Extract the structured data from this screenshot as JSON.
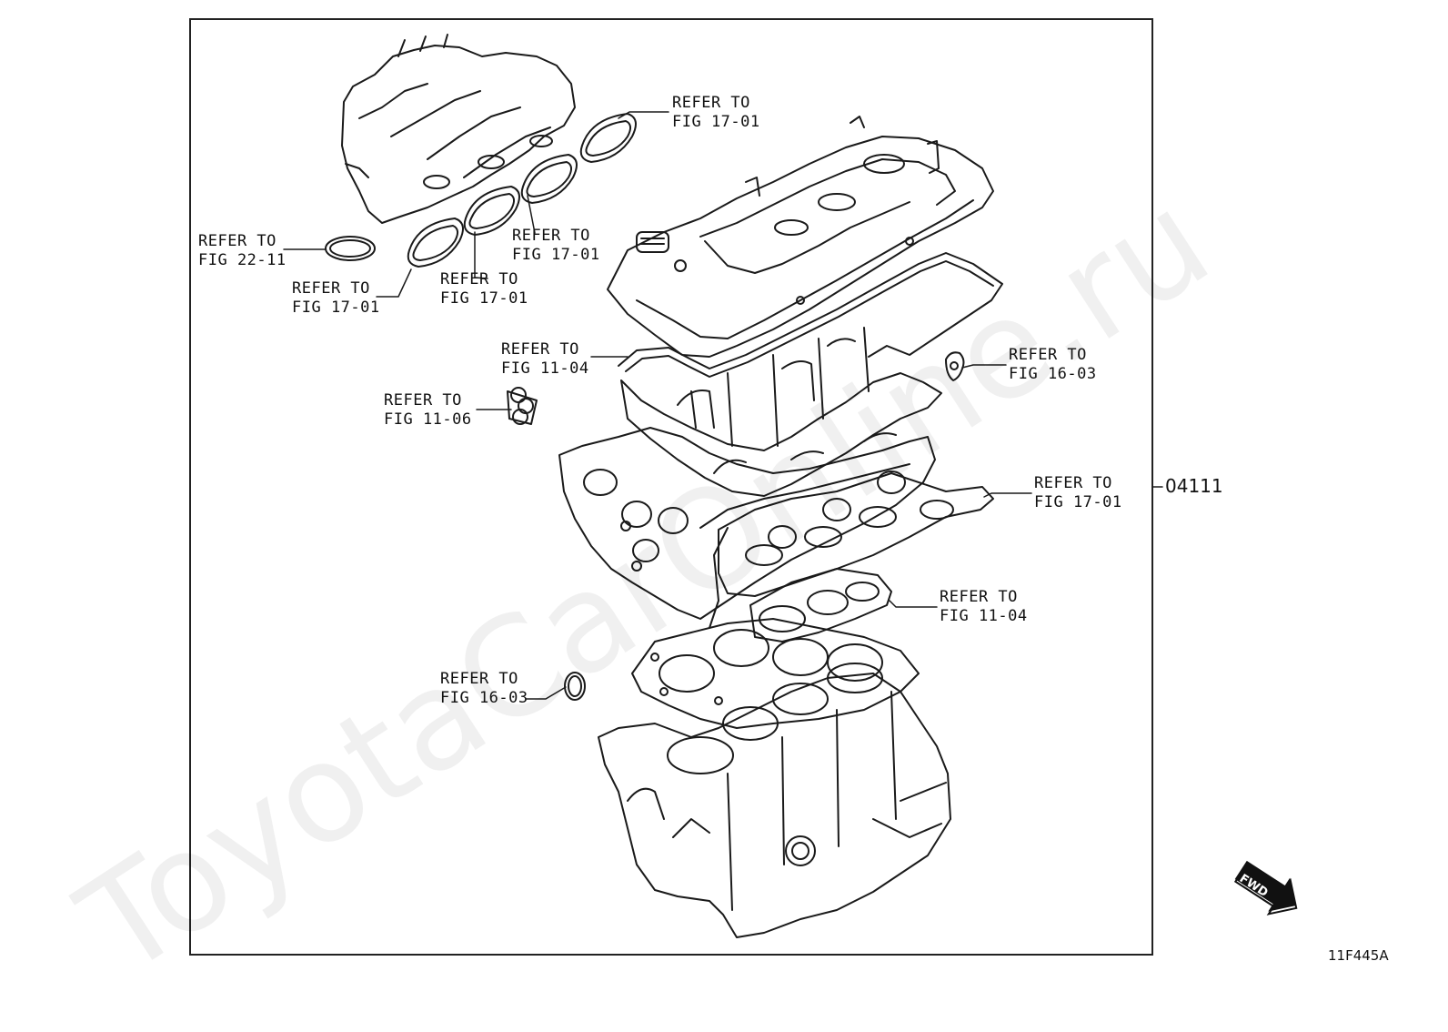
{
  "watermark": "ToyotaCarOnline.ru",
  "part_number": "04111",
  "figure_code": "11F445A",
  "fwd_label": "FWD",
  "callouts": [
    {
      "id": "c1",
      "line1": "REFER TO",
      "line2": "FIG 17-01"
    },
    {
      "id": "c2",
      "line1": "REFER TO",
      "line2": "FIG 22-11"
    },
    {
      "id": "c3",
      "line1": "REFER TO",
      "line2": "FIG 17-01"
    },
    {
      "id": "c4",
      "line1": "REFER TO",
      "line2": "FIG 17-01"
    },
    {
      "id": "c5",
      "line1": "REFER TO",
      "line2": "FIG 17-01"
    },
    {
      "id": "c6",
      "line1": "REFER TO",
      "line2": "FIG 11-04"
    },
    {
      "id": "c7",
      "line1": "REFER TO",
      "line2": "FIG 11-06"
    },
    {
      "id": "c8",
      "line1": "REFER TO",
      "line2": "FIG 16-03"
    },
    {
      "id": "c9",
      "line1": "REFER TO",
      "line2": "FIG 17-01"
    },
    {
      "id": "c10",
      "line1": "REFER TO",
      "line2": "FIG 11-04"
    },
    {
      "id": "c11",
      "line1": "REFER TO",
      "line2": "FIG 16-03"
    }
  ]
}
